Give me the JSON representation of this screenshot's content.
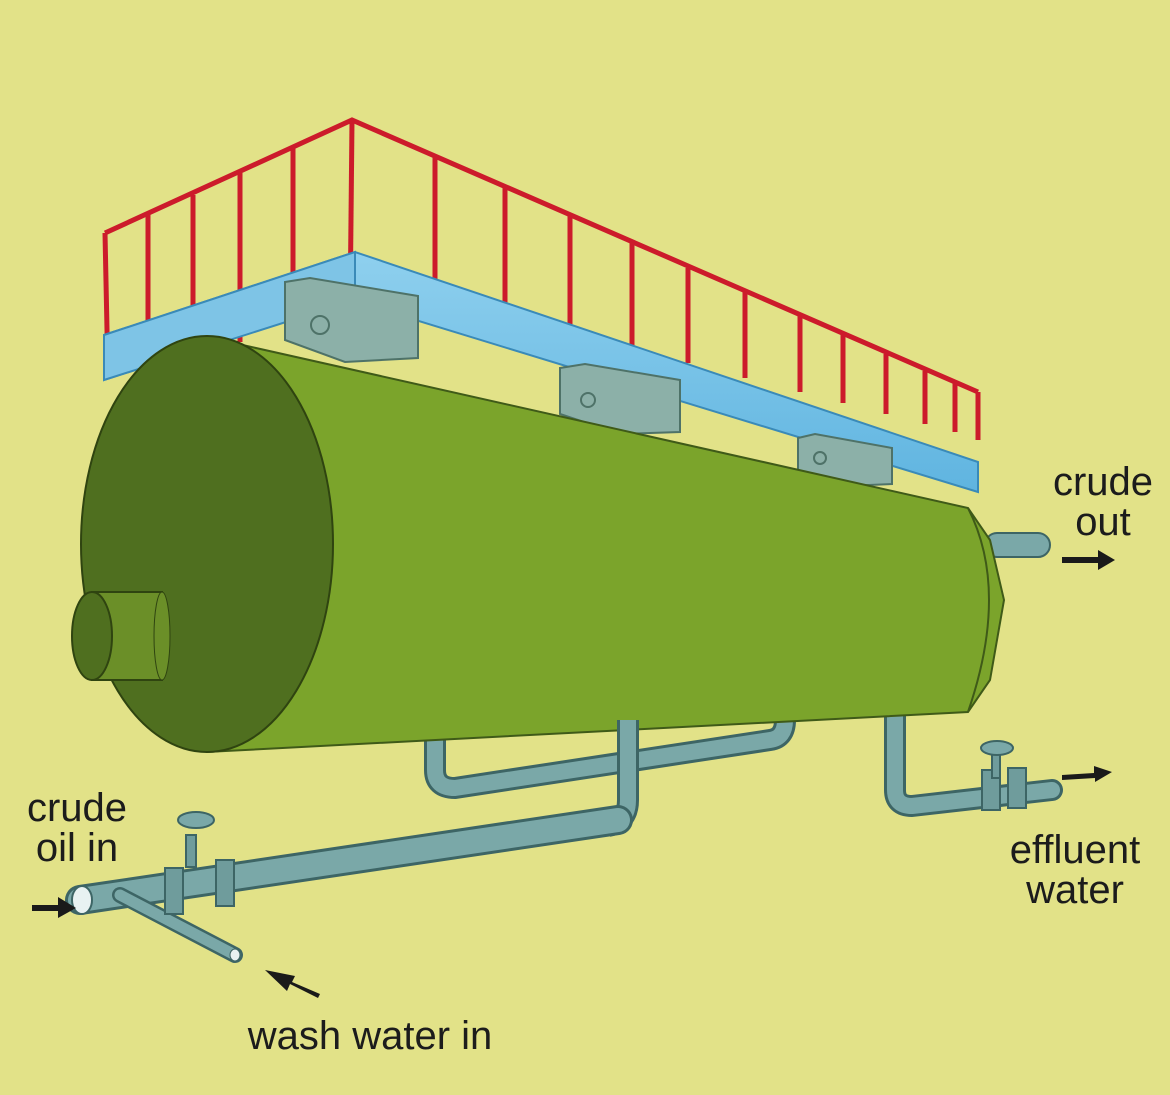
{
  "labels": {
    "crude_out": [
      "crude",
      "out"
    ],
    "crude_oil_in": [
      "crude",
      "oil in"
    ],
    "effluent_water": [
      "effluent",
      "water"
    ],
    "wash_water_in": "wash water in"
  },
  "colors": {
    "background": "#e2e288",
    "vessel_body": "#7ba42b",
    "vessel_end": "#4f6f1f",
    "platform": "#7ec4e6",
    "railing": "#cc1b2b",
    "pipe": "#7aa8a8",
    "electrode_box": "#8cb0a8",
    "arrow": "#1a1a1a"
  }
}
